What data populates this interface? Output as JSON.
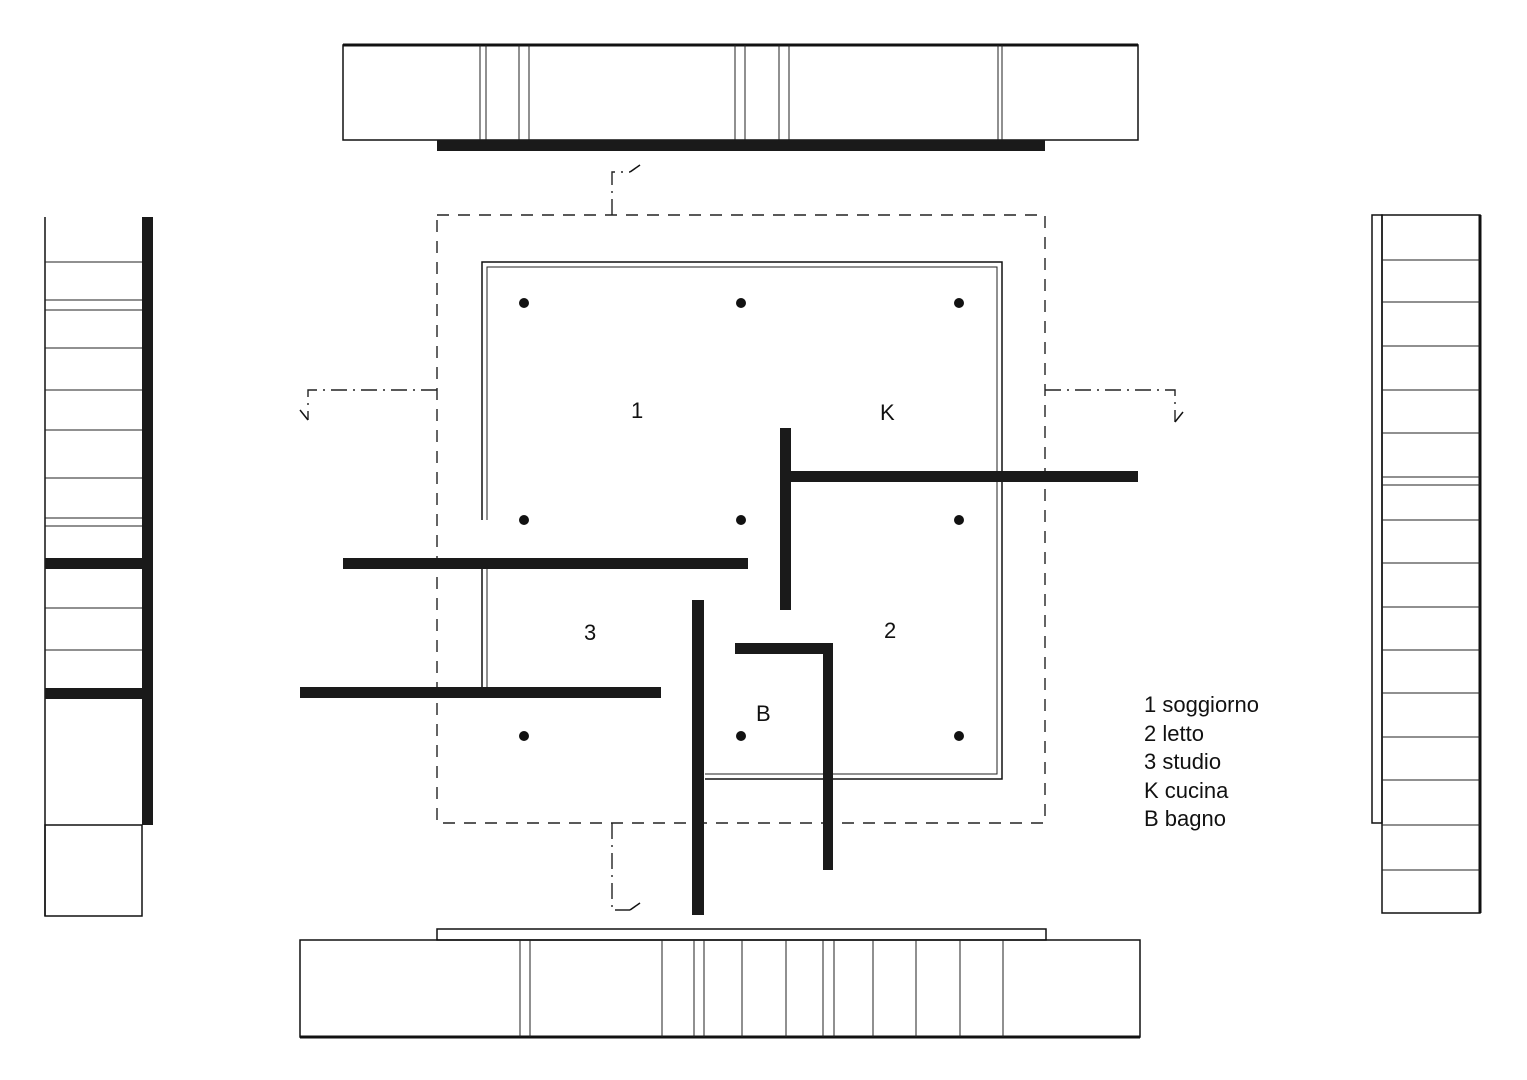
{
  "rooms": {
    "r1": "1",
    "rK": "K",
    "r3": "3",
    "r2": "2",
    "rB": "B"
  },
  "legend": [
    "1 soggiorno",
    "2 letto",
    "3 studio",
    "K cucina",
    "B bagno"
  ]
}
